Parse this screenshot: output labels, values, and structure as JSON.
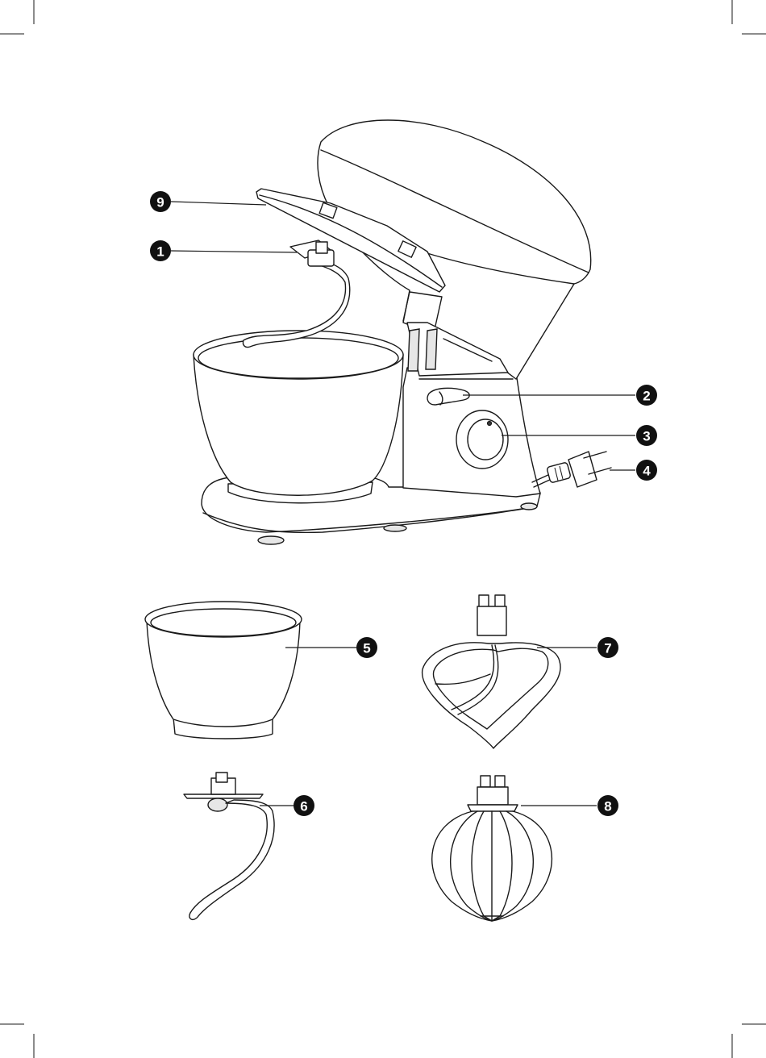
{
  "callouts": [
    {
      "id": "callout-9",
      "number": "9"
    },
    {
      "id": "callout-1",
      "number": "1"
    },
    {
      "id": "callout-2",
      "number": "2"
    },
    {
      "id": "callout-3",
      "number": "3"
    },
    {
      "id": "callout-4",
      "number": "4"
    },
    {
      "id": "callout-5",
      "number": "5"
    },
    {
      "id": "callout-7",
      "number": "7"
    },
    {
      "id": "callout-6",
      "number": "6"
    },
    {
      "id": "callout-8",
      "number": "8"
    }
  ]
}
